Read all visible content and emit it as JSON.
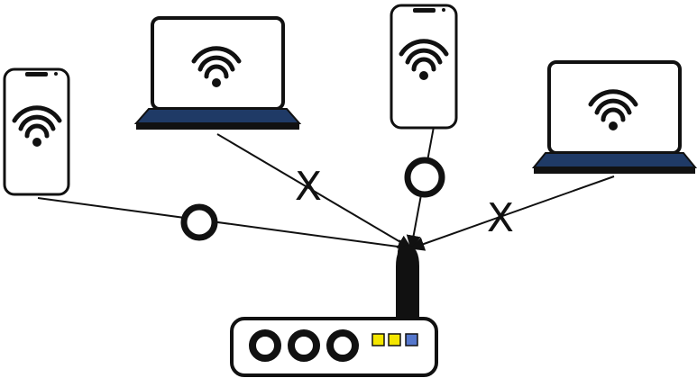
{
  "diagram": {
    "type": "wifi-network-connectivity",
    "colors": {
      "outline": "#111111",
      "screen": "#ffffff",
      "laptop_base": "#1f3a66",
      "wifi_icon": "#111111",
      "light_yellow": "#f4e600",
      "light_blue": "#5577cc"
    },
    "devices": [
      {
        "kind": "phone",
        "icon": "wifi-icon",
        "link_status": "connected",
        "status_mark": "O"
      },
      {
        "kind": "laptop",
        "icon": "wifi-icon",
        "link_status": "blocked",
        "status_mark": "X"
      },
      {
        "kind": "phone",
        "icon": "wifi-icon",
        "link_status": "connected",
        "status_mark": "O"
      },
      {
        "kind": "laptop",
        "icon": "wifi-icon",
        "link_status": "blocked",
        "status_mark": "X"
      }
    ],
    "router": {
      "icon": "router-icon",
      "port_count": 3,
      "indicator_lights": [
        "yellow",
        "yellow",
        "blue"
      ]
    }
  }
}
